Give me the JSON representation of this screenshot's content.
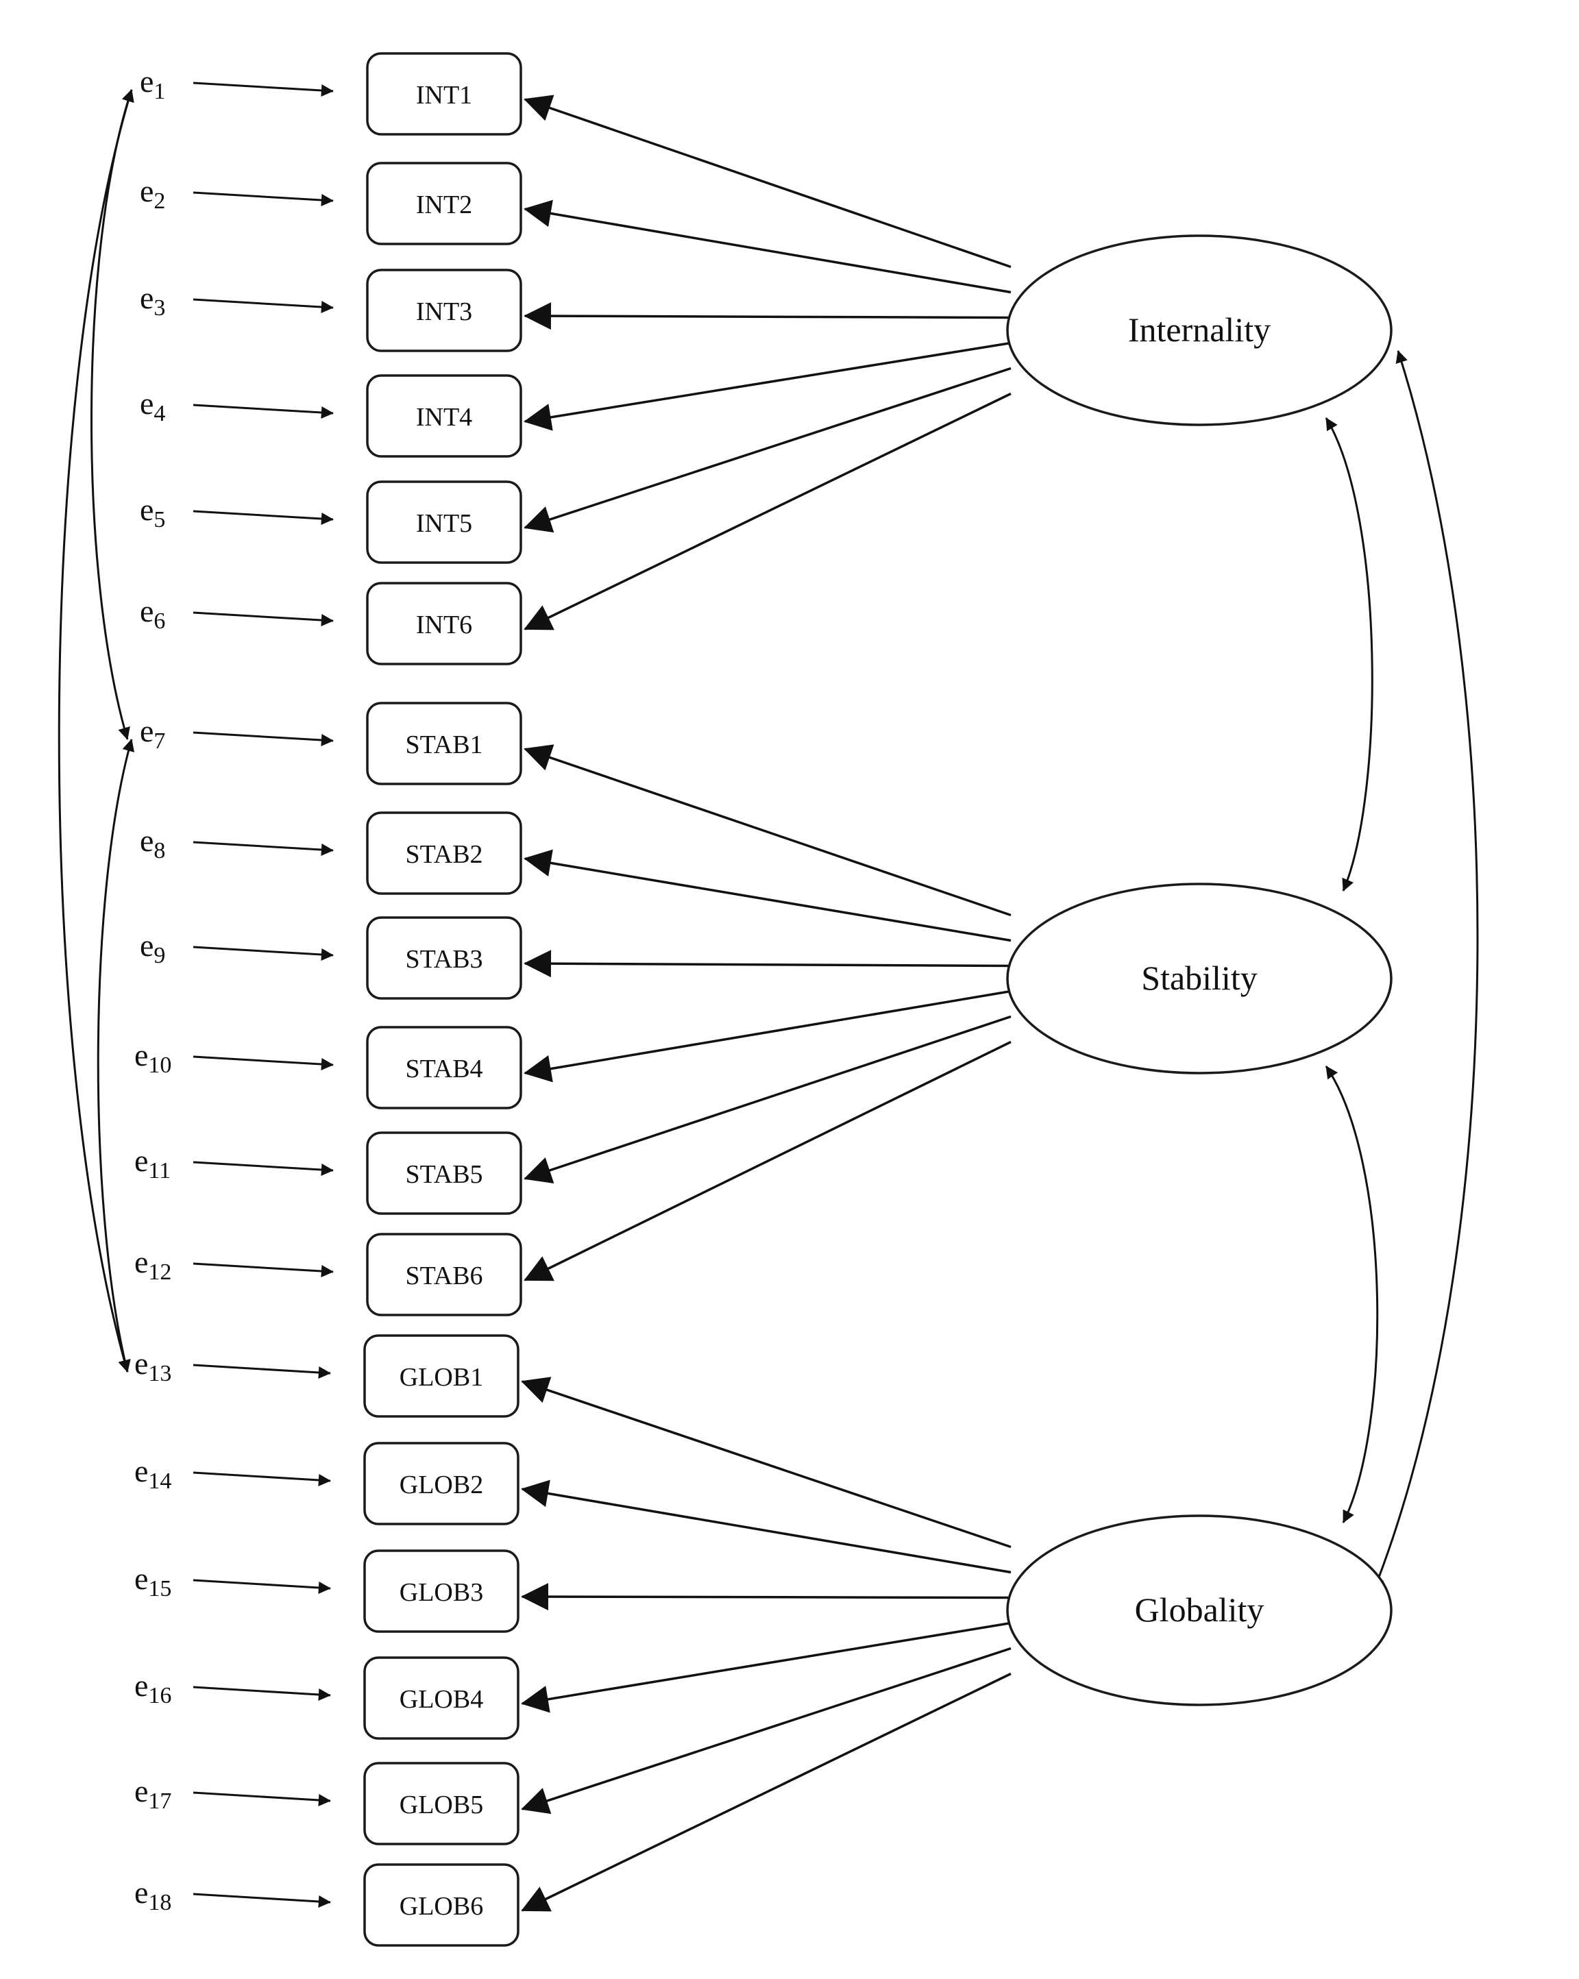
{
  "factors": [
    {
      "label": "Internality",
      "indicators": [
        "INT1",
        "INT2",
        "INT3",
        "INT4",
        "INT5",
        "INT6"
      ]
    },
    {
      "label": "Stability",
      "indicators": [
        "STAB1",
        "STAB2",
        "STAB3",
        "STAB4",
        "STAB5",
        "STAB6"
      ]
    },
    {
      "label": "Globality",
      "indicators": [
        "GLOB1",
        "GLOB2",
        "GLOB3",
        "GLOB4",
        "GLOB5",
        "GLOB6"
      ]
    }
  ],
  "error_terms": [
    {
      "letter": "e",
      "index": "1"
    },
    {
      "letter": "e",
      "index": "2"
    },
    {
      "letter": "e",
      "index": "3"
    },
    {
      "letter": "e",
      "index": "4"
    },
    {
      "letter": "e",
      "index": "5"
    },
    {
      "letter": "e",
      "index": "6"
    },
    {
      "letter": "e",
      "index": "7"
    },
    {
      "letter": "e",
      "index": "8"
    },
    {
      "letter": "e",
      "index": "9"
    },
    {
      "letter": "e",
      "index": "10"
    },
    {
      "letter": "e",
      "index": "11"
    },
    {
      "letter": "e",
      "index": "12"
    },
    {
      "letter": "e",
      "index": "13"
    },
    {
      "letter": "e",
      "index": "14"
    },
    {
      "letter": "e",
      "index": "15"
    },
    {
      "letter": "e",
      "index": "16"
    },
    {
      "letter": "e",
      "index": "17"
    },
    {
      "letter": "e",
      "index": "18"
    }
  ],
  "error_covariances": [
    {
      "from": "1",
      "to": "7"
    },
    {
      "from": "1",
      "to": "13"
    },
    {
      "from": "7",
      "to": "13"
    }
  ],
  "factor_covariances": [
    {
      "from": "Internality",
      "to": "Stability"
    },
    {
      "from": "Stability",
      "to": "Globality"
    },
    {
      "from": "Internality",
      "to": "Globality"
    }
  ]
}
